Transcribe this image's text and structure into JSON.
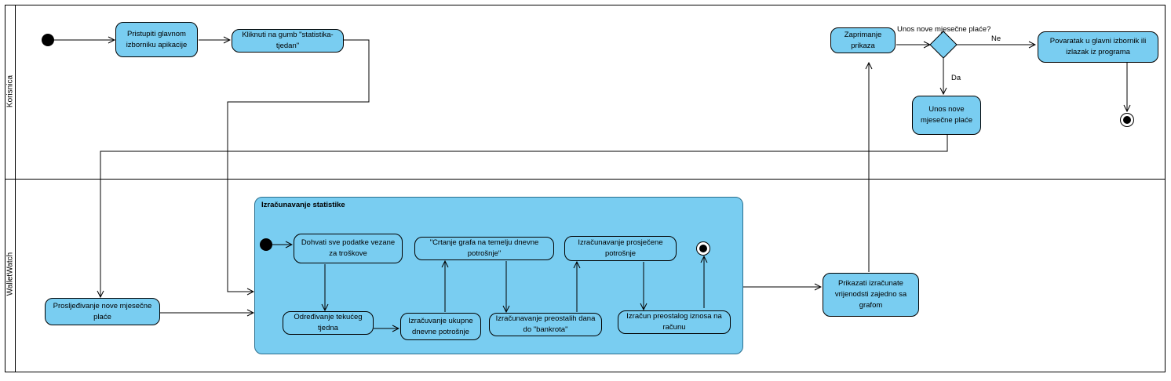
{
  "lanes": [
    {
      "label": "Korisnica"
    },
    {
      "label": "WalletWatch"
    }
  ],
  "actions": {
    "pristupiti": "Pristupiti glavnom izborniku apikacije",
    "kliknuti": "Kliknuti na gumb \"statistika-tjedan\"",
    "zaprimanje": "Zaprimanje prikaza",
    "povratak": "Povaratak u glavni izbornik ili izlazak iz programa",
    "unos": "Unos nove mjesečne plaće",
    "prosljedivanje": "Prosljeđivanje nove mjesečne plaće",
    "prikazati": "Prikazati izračunate vrijenodsti zajedno sa grafom"
  },
  "region": {
    "title": "Izračunavanje statistike",
    "actions": {
      "dohvati": "Dohvati sve podatke vezane za troškove",
      "odredivanje": "Određivanje tekućeg tjedna",
      "ukupne": "Izračuvanje ukupne dnevne potrošnje",
      "crtanje": "\"Crtanje grafa na temelju dnevne potrošnje\"",
      "preostalih": "Izračunavanje preostalih dana do \"bankrota\"",
      "prosjecne": "Izračunavanje prosječene potrošnje",
      "racun": "Izračun preostalog iznosa na računu"
    }
  },
  "decision": {
    "label": "Unos nove mjesečne plaće?",
    "yes": "Da",
    "no": "Ne"
  },
  "colors": {
    "action_fill": "#79cdf1",
    "border": "#000000"
  }
}
